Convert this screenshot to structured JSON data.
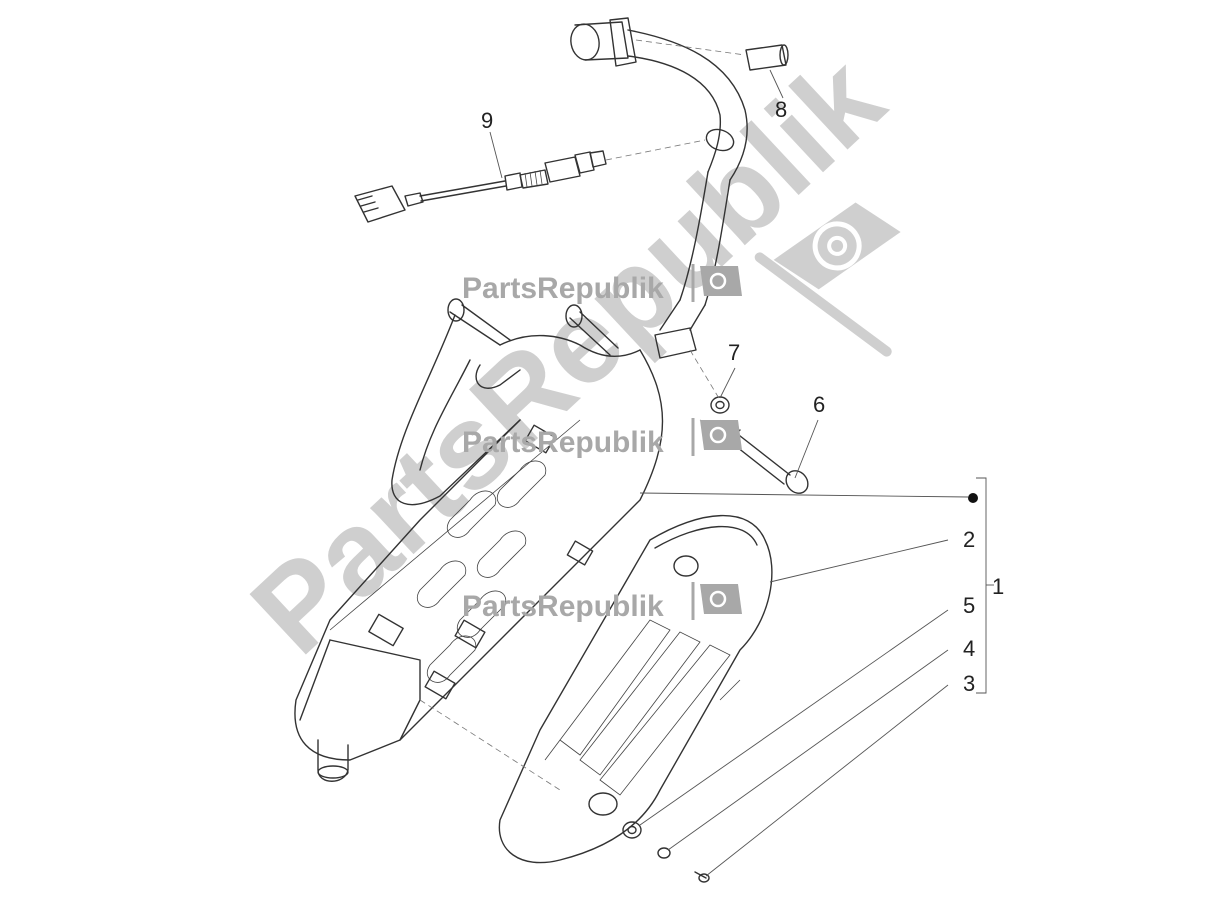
{
  "watermark": {
    "brand": "PartsRepublik",
    "big_text": "PartsRepublik",
    "colors": {
      "logo_gray": "#a8a8a8",
      "big_gray": "#cfcfcf"
    }
  },
  "callouts": {
    "c1": "1",
    "c2": "2",
    "c3": "3",
    "c4": "4",
    "c5": "5",
    "c6": "6",
    "c7": "7",
    "c8": "8",
    "c9": "9"
  }
}
